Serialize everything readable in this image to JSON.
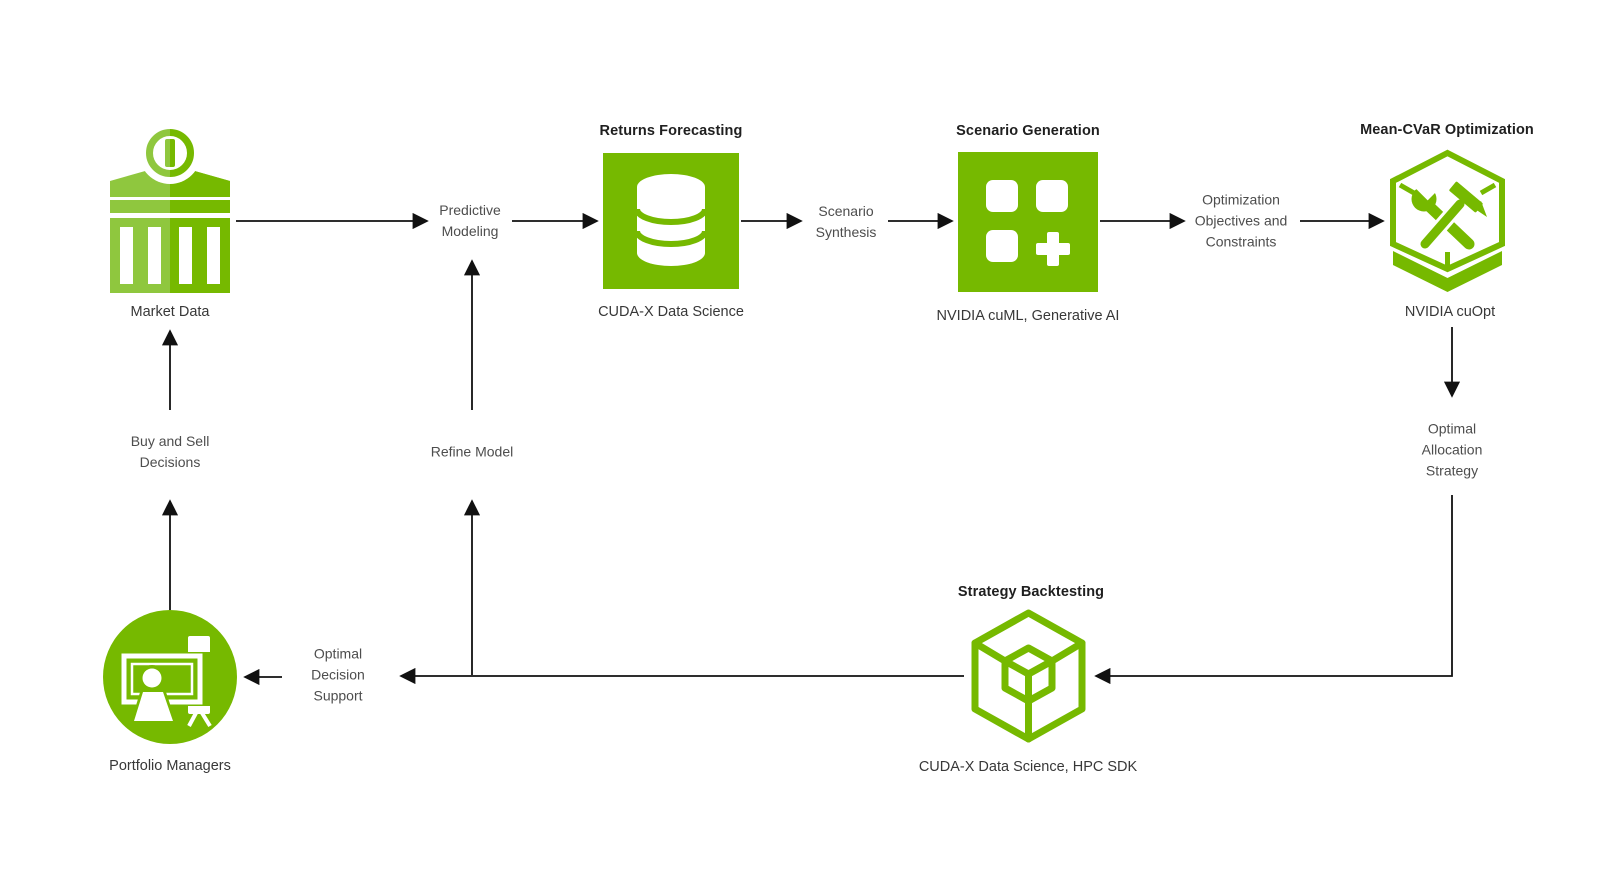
{
  "colors": {
    "nvidia_green": "#76B900",
    "light_green": "#8FC73E",
    "arrow_black": "#111111",
    "title_text": "#1f1f1f",
    "caption_text": "#383838",
    "flow_text": "#4d4d4d",
    "background": "#FFFFFF"
  },
  "nodes": {
    "market_data": {
      "caption": "Market Data",
      "icon": "bank-icon"
    },
    "returns_forecasting": {
      "title": "Returns Forecasting",
      "caption": "CUDA-X Data Science",
      "icon": "database-icon"
    },
    "scenario_generation": {
      "title": "Scenario Generation",
      "caption": "NVIDIA cuML, Generative AI",
      "icon": "grid-plus-icon"
    },
    "mean_cvar_optimization": {
      "title": "Mean-CVaR Optimization",
      "caption": "NVIDIA cuOpt",
      "icon": "hexagon-tools-icon"
    },
    "strategy_backtesting": {
      "title": "Strategy Backtesting",
      "caption": "CUDA-X Data Science, HPC SDK",
      "icon": "cube-icon"
    },
    "portfolio_managers": {
      "caption": "Portfolio Managers",
      "icon": "presenter-icon"
    }
  },
  "edge_labels": {
    "predictive_modeling": {
      "lines": [
        "Predictive",
        "Modeling"
      ]
    },
    "scenario_synthesis": {
      "lines": [
        "Scenario",
        "Synthesis"
      ]
    },
    "optimization_objectives_constraints": {
      "lines": [
        "Optimization",
        "Objectives and",
        "Constraints"
      ]
    },
    "optimal_allocation_strategy": {
      "lines": [
        "Optimal",
        "Allocation",
        "Strategy"
      ]
    },
    "optimal_decision_support": {
      "lines": [
        "Optimal",
        "Decision",
        "Support"
      ]
    },
    "refine_model": {
      "lines": [
        "Refine Model"
      ]
    },
    "buy_and_sell_decisions": {
      "lines": [
        "Buy and Sell",
        "Decisions"
      ]
    }
  }
}
